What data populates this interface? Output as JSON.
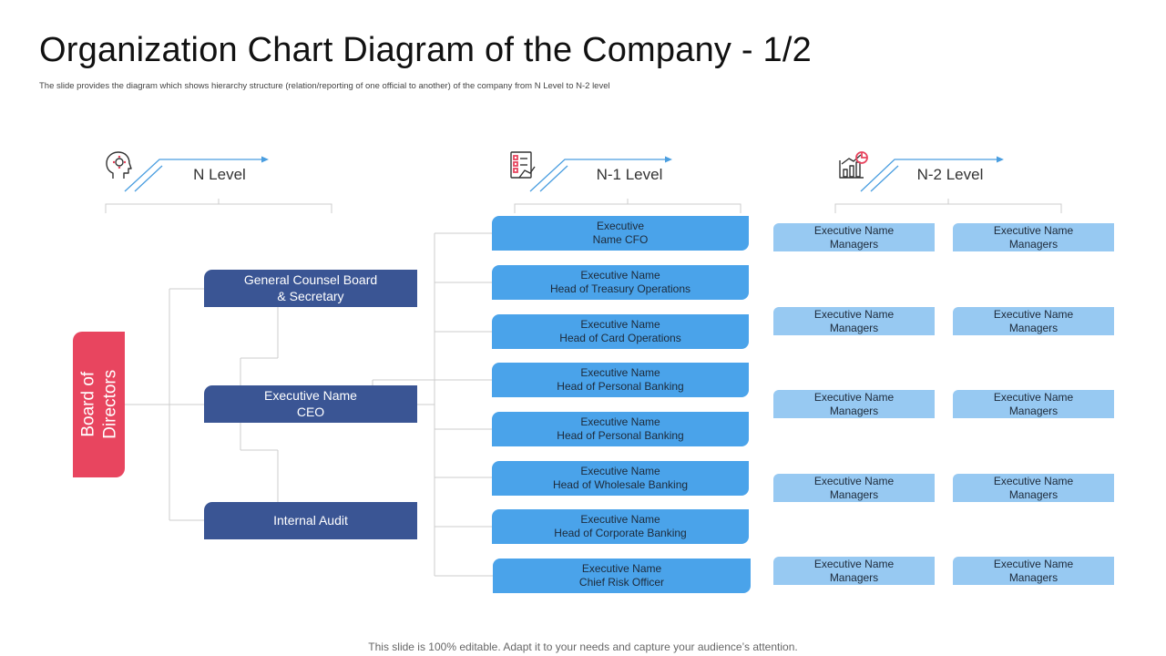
{
  "title": "Organization Chart Diagram of the Company - 1/2",
  "subtitle": "The slide provides the diagram which shows hierarchy structure (relation/reporting of one official  to another) of the company from N Level to N-2 level",
  "footer": "This slide is 100% editable. Adapt it to your needs and capture your audience’s attention.",
  "colors": {
    "board": "#e8455f",
    "n_level": "#3a5594",
    "n1_level": "#4aa3ea",
    "n2_level": "#97c9f2",
    "arrow": "#4a9ee0",
    "connector": "#cccccc"
  },
  "levels": [
    {
      "label": "N Level",
      "icon": "head-gear-icon"
    },
    {
      "label": "N-1 Level",
      "icon": "checklist-board-icon"
    },
    {
      "label": "N-2 Level",
      "icon": "growth-chart-icon"
    }
  ],
  "board": {
    "line1": "Board of",
    "line2": "Directors"
  },
  "n_level": [
    {
      "line1": "General Counsel Board",
      "line2": "& Secretary"
    },
    {
      "line1": "Executive Name",
      "line2": "CEO"
    },
    {
      "line1": "Internal Audit",
      "line2": ""
    }
  ],
  "n1_level": [
    {
      "line1": "Executive",
      "line2": "Name CFO"
    },
    {
      "line1": "Executive Name",
      "line2": "Head of Treasury Operations"
    },
    {
      "line1": "Executive Name",
      "line2": "Head of Card Operations"
    },
    {
      "line1": "Executive Name",
      "line2": "Head of Personal Banking"
    },
    {
      "line1": "Executive Name",
      "line2": "Head of Personal Banking"
    },
    {
      "line1": "Executive Name",
      "line2": "Head of Wholesale Banking"
    },
    {
      "line1": "Executive Name",
      "line2": "Head of Corporate Banking"
    },
    {
      "line1": "Executive Name",
      "line2": "Chief Risk Officer"
    }
  ],
  "n2_level": [
    {
      "line1": "Executive Name",
      "line2": "Managers"
    },
    {
      "line1": "Executive Name",
      "line2": "Managers"
    },
    {
      "line1": "Executive Name",
      "line2": "Managers"
    },
    {
      "line1": "Executive Name",
      "line2": "Managers"
    },
    {
      "line1": "Executive Name",
      "line2": "Managers"
    },
    {
      "line1": "Executive Name",
      "line2": "Managers"
    },
    {
      "line1": "Executive Name",
      "line2": "Managers"
    },
    {
      "line1": "Executive Name",
      "line2": "Managers"
    },
    {
      "line1": "Executive Name",
      "line2": "Managers"
    },
    {
      "line1": "Executive Name",
      "line2": "Managers"
    }
  ]
}
